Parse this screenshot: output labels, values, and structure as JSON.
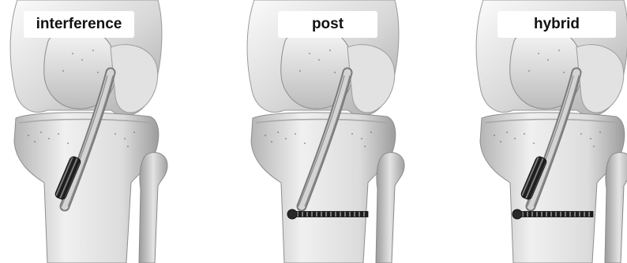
{
  "panels": [
    {
      "label": "interference",
      "fixation": "interference-screw"
    },
    {
      "label": "post",
      "fixation": "cross-post"
    },
    {
      "label": "hybrid",
      "fixation": "interference-screw-and-cross-post"
    }
  ],
  "colors": {
    "bone_light": "#f4f4f4",
    "bone_mid": "#c9c9c9",
    "bone_dark": "#8e8e8e",
    "graft": "#b8b8b8",
    "screw": "#2a2a2a",
    "background": "#ffffff"
  }
}
